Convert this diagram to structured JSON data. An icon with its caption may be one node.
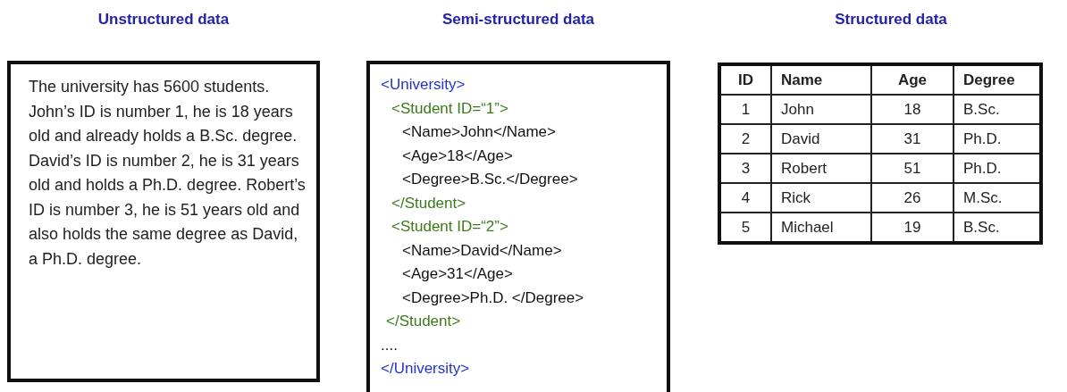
{
  "diagram": {
    "nodes": [
      {
        "text": [
          "Unstructured data",
          "The university has 5600 students.",
          "John’s ID is number 1, he is 18 years old and already holds a B.Sc. degree.",
          "David’s ID is number 2, he is 31 years old and holds a Ph.D. degree. Robert’s ID is number 3, he is 51 years old and also holds the same degree as David, a Ph.D. degree."
        ]
      },
      {
        "text": [
          "Semi-structured data",
          "<University>",
          "<Student ID=“1”>",
          "<Name>John</Name>",
          "<Age>18</Age>",
          "<Degree>B.Sc.</Degree>",
          "</Student>",
          "<Student ID=“2”>",
          "<Name>David</Name>",
          "<Age>31</Age>",
          "<Degree>Ph.D. </Degree>",
          "</Student>",
          "....",
          "</University>"
        ]
      },
      {
        "text": [
          "Structured data"
        ]
      }
    ],
    "labels": [
      "ID",
      "Name",
      "Age",
      "Degree",
      "1",
      "John",
      "18",
      "B.Sc.",
      "2",
      "David",
      "31",
      "Ph.D.",
      "3",
      "Robert",
      "51",
      "Ph.D.",
      "4",
      "Rick",
      "26",
      "M.Sc.",
      "5",
      "Michael",
      "19",
      "B.Sc."
    ]
  }
}
